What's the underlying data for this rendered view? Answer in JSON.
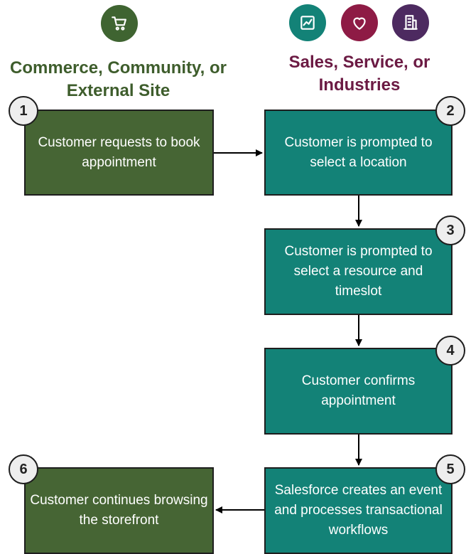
{
  "headers": {
    "left_title": "Commerce, Community, or External Site",
    "right_title": "Sales, Service, or Industries"
  },
  "icons": {
    "commerce": {
      "name": "cart-icon",
      "color": "#3f6431"
    },
    "sales": {
      "name": "chart-icon",
      "color": "#138277"
    },
    "service": {
      "name": "heart-icon",
      "color": "#8e1b45"
    },
    "industries": {
      "name": "building-icon",
      "color": "#4d2a60"
    }
  },
  "colors": {
    "commerce_box": "#466534",
    "salesforce_box": "#138277",
    "badge": "#eeeeee",
    "arrow": "#000000"
  },
  "steps": [
    {
      "number": "1",
      "text": "Customer requests to book appointment"
    },
    {
      "number": "2",
      "text": "Customer is prompted to select a location"
    },
    {
      "number": "3",
      "text": "Customer is prompted to select a resource and timeslot"
    },
    {
      "number": "4",
      "text": "Customer confirms appointment"
    },
    {
      "number": "5",
      "text": "Salesforce creates an event and processes transactional workflows"
    },
    {
      "number": "6",
      "text": "Customer continues browsing the storefront"
    }
  ]
}
